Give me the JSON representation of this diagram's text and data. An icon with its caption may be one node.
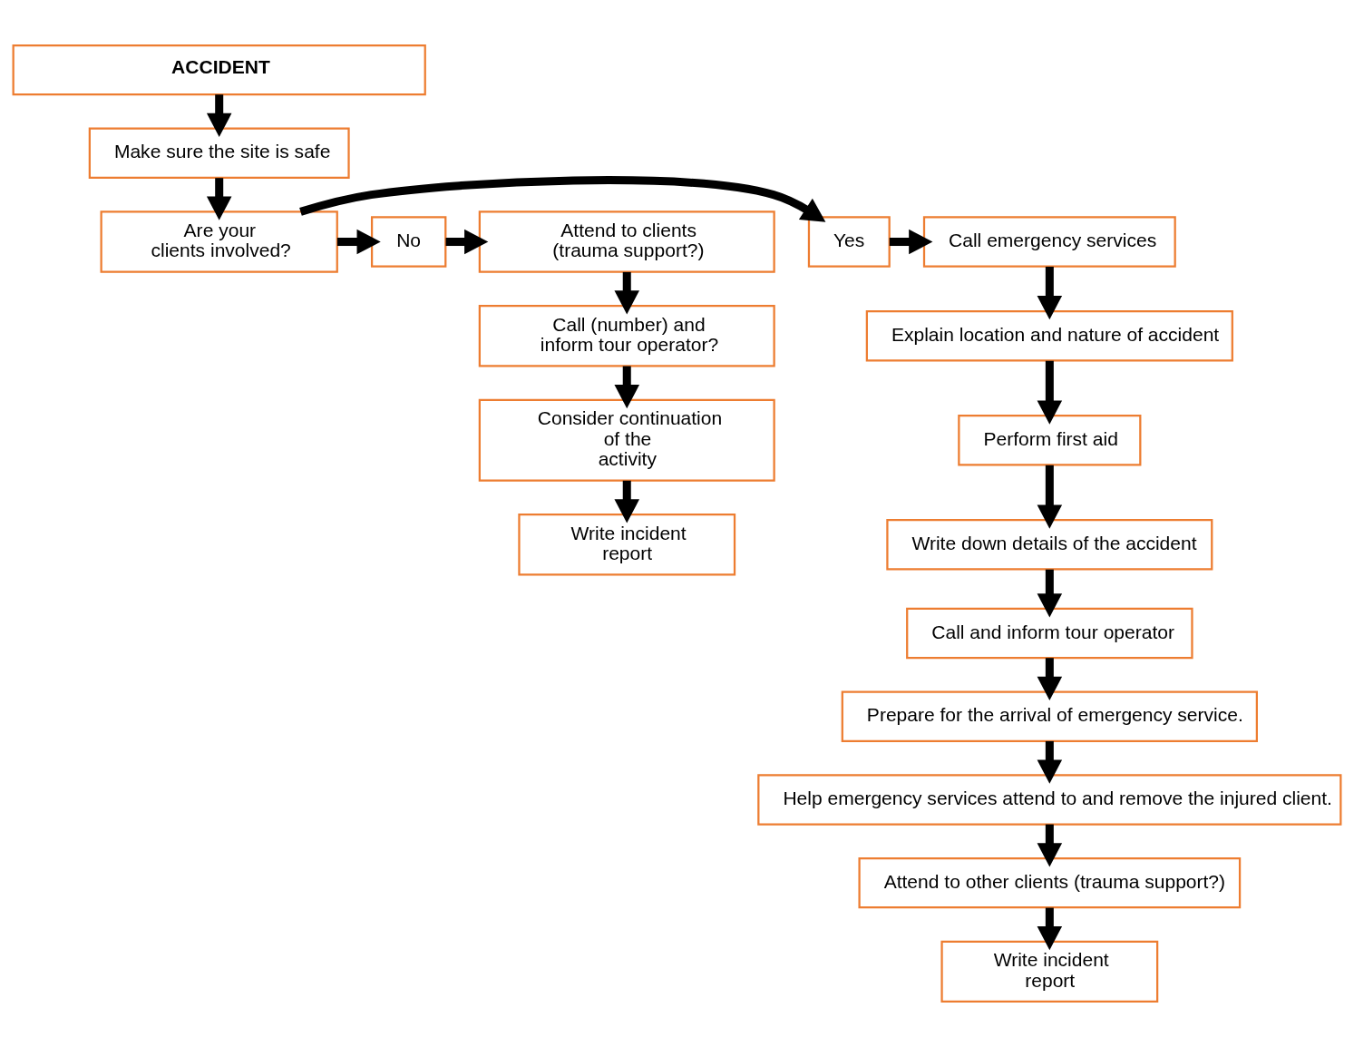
{
  "diagram": {
    "nodes": [
      {
        "text": [
          "ACCIDENT"
        ]
      },
      {
        "text": [
          "Make sure the site is safe"
        ]
      },
      {
        "text": [
          "Are your clients involved?"
        ]
      },
      {
        "text": [
          "Yes"
        ]
      },
      {
        "text": [
          "No"
        ]
      },
      {
        "text": [
          "Call emergency services"
        ]
      },
      {
        "text": [
          "Explain location and nature of accident"
        ]
      },
      {
        "text": [
          "Perform first aid"
        ]
      },
      {
        "text": [
          "Write down details of the accident"
        ]
      },
      {
        "text": [
          "Call and inform tour operator"
        ]
      },
      {
        "text": [
          "Prepare for the arrival of emergency service."
        ]
      },
      {
        "text": [
          "Help emergency services attend to and remove the injured client."
        ]
      },
      {
        "text": [
          "Attend to other clients (trauma support?)"
        ]
      },
      {
        "text": [
          "Write incident report"
        ]
      },
      {
        "text": [
          "Attend to clients (trauma support?)"
        ]
      },
      {
        "text": [
          "Call (number) and inform tour operator?"
        ]
      },
      {
        "text": [
          "Consider continuation of the activity"
        ]
      },
      {
        "text": [
          "Write incident report"
        ]
      }
    ],
    "edges": [
      {
        "from": 0,
        "to": 1,
        "arrow": "to"
      },
      {
        "from": 1,
        "to": 2,
        "arrow": "to"
      },
      {
        "from": 2,
        "to": 3,
        "arrow": "to"
      },
      {
        "from": 3,
        "to": 5,
        "arrow": "to"
      },
      {
        "from": 2,
        "to": 4,
        "arrow": "to"
      },
      {
        "from": 4,
        "to": 14,
        "arrow": "to"
      },
      {
        "from": 5,
        "to": 6,
        "arrow": "to"
      },
      {
        "from": 6,
        "to": 7,
        "arrow": "to"
      },
      {
        "from": 7,
        "to": 8,
        "arrow": "to"
      },
      {
        "from": 8,
        "to": 9,
        "arrow": "to"
      },
      {
        "from": 9,
        "to": 10,
        "arrow": "to"
      },
      {
        "from": 10,
        "to": 11,
        "arrow": "to"
      },
      {
        "from": 11,
        "to": 12,
        "arrow": "to"
      },
      {
        "from": 12,
        "to": 13,
        "arrow": "to"
      },
      {
        "from": 14,
        "to": 15,
        "arrow": "to"
      },
      {
        "from": 15,
        "to": 16,
        "arrow": "to"
      },
      {
        "from": 16,
        "to": 17,
        "arrow": "to"
      }
    ]
  }
}
